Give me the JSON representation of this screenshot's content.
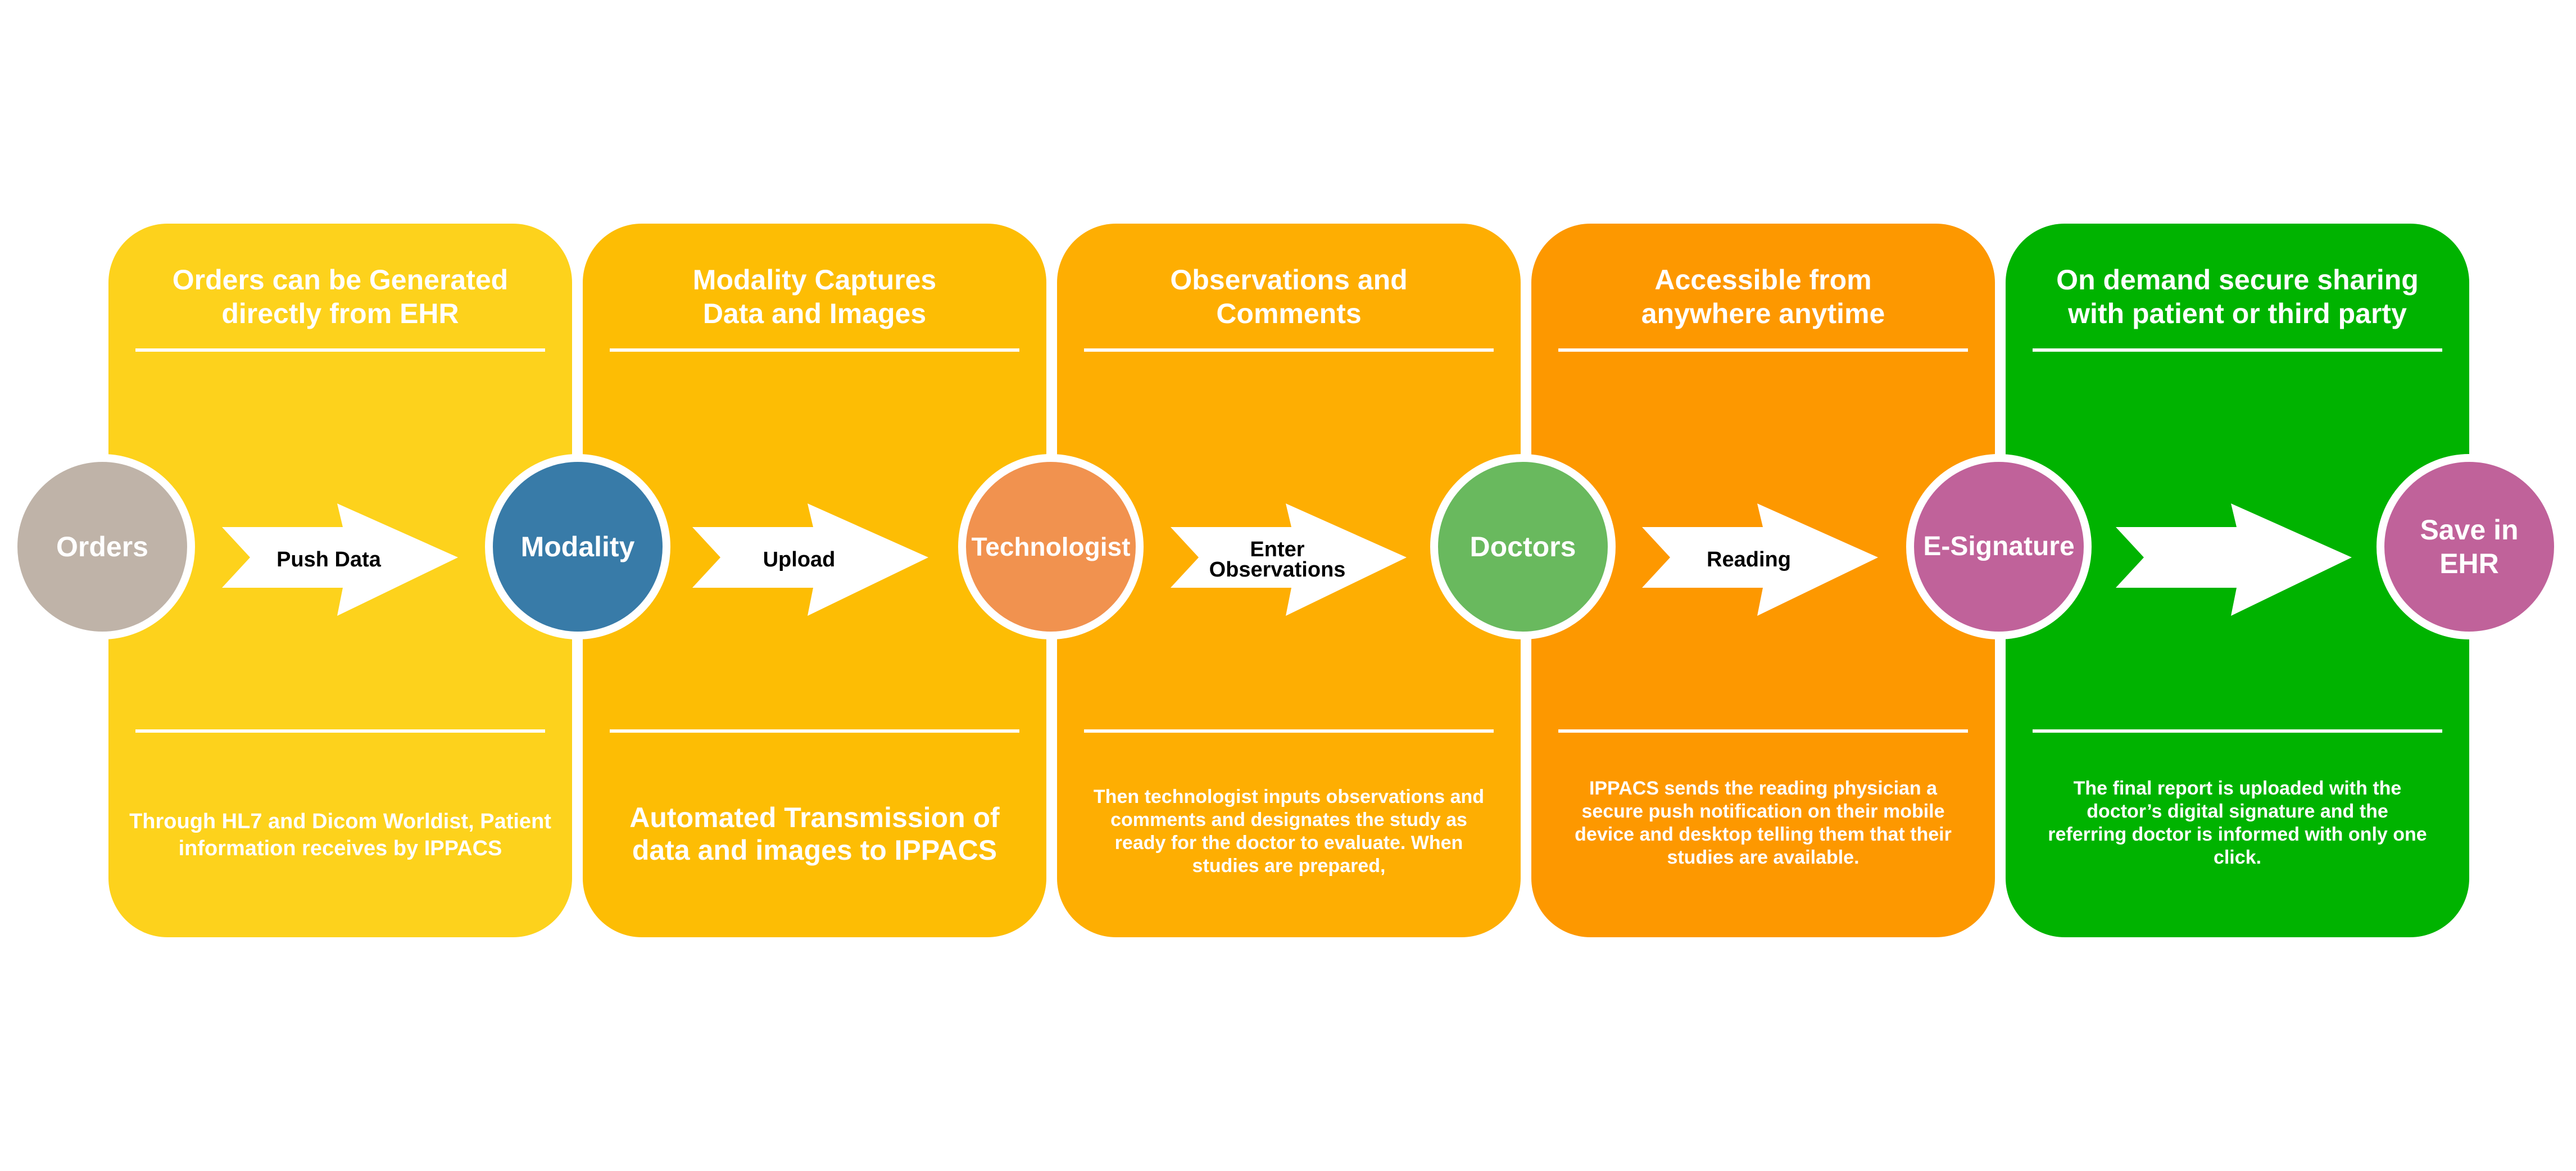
{
  "stages": [
    {
      "title": "Orders can be Generated\ndirectly from EHR",
      "description": "Through HL7 and Dicom Worldist, Patient information receives by IPPACS",
      "color": "#fdd21c"
    },
    {
      "title": "Modality Captures\nData and Images",
      "description": "Automated Transmission of data and images to IPPACS",
      "color": "#fdbd04"
    },
    {
      "title": "Observations and\nComments",
      "description": "Then technologist inputs observations and comments and designates the study as ready for the doctor to evaluate. When studies are prepared,",
      "color": "#feae02"
    },
    {
      "title": "Accessible from\nanywhere anytime",
      "description": "IPPACS sends the reading physician a secure push notification on their mobile device and desktop telling them that their studies are  available.",
      "color": "#fd9800"
    },
    {
      "title": "On demand secure sharing\nwith patient or third party",
      "description": "The final report is uploaded with the doctor’s digital signature and the referring doctor is informed with only one click.",
      "color": "#00b300"
    }
  ],
  "nodes": [
    {
      "label": "Orders",
      "color": "#bfb3a8"
    },
    {
      "label": "Modality",
      "color": "#387ba8"
    },
    {
      "label": "Technologist",
      "color": "#f1924f"
    },
    {
      "label": "Doctors",
      "color": "#69b95e"
    },
    {
      "label": "E-Signature",
      "color": "#c0629a"
    },
    {
      "label": "Save in\nEHR",
      "color": "#c0629a"
    }
  ],
  "arrows": [
    {
      "label": "Push Data"
    },
    {
      "label": "Upload"
    },
    {
      "label": "Enter\nObservations"
    },
    {
      "label": "Reading"
    },
    {
      "label": ""
    }
  ]
}
